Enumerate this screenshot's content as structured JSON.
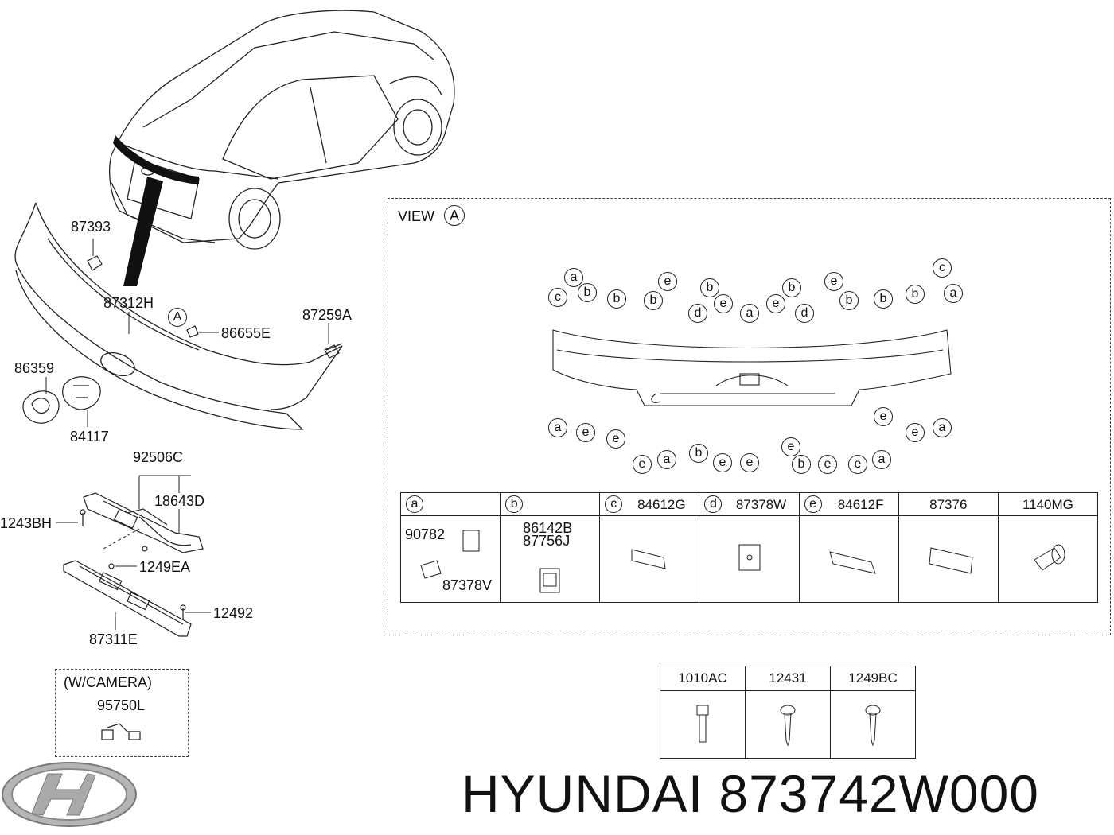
{
  "brand_text": "HYUNDAI 873742W000",
  "logo_name": "hyundai-logo",
  "main_labels": {
    "p87393": "87393",
    "p87312H": "87312H",
    "p86655E": "86655E",
    "p87259A": "87259A",
    "p86359": "86359",
    "p84117": "84117",
    "p92506C": "92506C",
    "p18643D": "18643D",
    "p1243BH": "1243BH",
    "p1249EA": "1249EA",
    "p12492": "12492",
    "p87311E": "87311E",
    "view_marker": "A"
  },
  "camera_box": {
    "title": "(W/CAMERA)",
    "part": "95750L"
  },
  "view": {
    "title": "VIEW",
    "circle": "A",
    "top_callouts": [
      "c",
      "a",
      "b",
      "b",
      "b",
      "e",
      "d",
      "b",
      "e",
      "a",
      "e",
      "b",
      "d",
      "e",
      "b",
      "b",
      "b",
      "c",
      "a"
    ],
    "bottom_callouts": [
      "a",
      "e",
      "e",
      "e",
      "a",
      "b",
      "e",
      "e",
      "e",
      "b",
      "e",
      "e",
      "a",
      "e",
      "e",
      "a"
    ]
  },
  "parts_table": [
    {
      "key": "a",
      "code": "",
      "parts": [
        "90782",
        "87378V"
      ]
    },
    {
      "key": "b",
      "code": "",
      "parts": [
        "86142B",
        "87756J"
      ]
    },
    {
      "key": "c",
      "code": "84612G",
      "parts": []
    },
    {
      "key": "d",
      "code": "87378W",
      "parts": []
    },
    {
      "key": "e",
      "code": "84612F",
      "parts": []
    },
    {
      "key": "",
      "code": "87376",
      "parts": []
    },
    {
      "key": "",
      "code": "1140MG",
      "parts": []
    }
  ],
  "fastener_table": [
    "1010AC",
    "12431",
    "1249BC"
  ]
}
